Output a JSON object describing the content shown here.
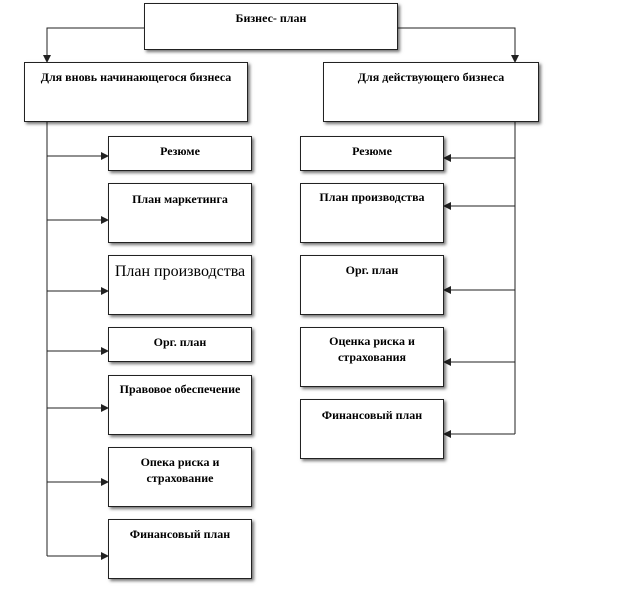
{
  "root": {
    "label": "Бизнес- план"
  },
  "new_business": {
    "label": "Для вновь начинающегося бизнеса",
    "items": [
      "Резюме",
      "План маркетинга",
      "План производства",
      "Орг. план",
      "Правовое обеспечение",
      "Опека риска и страхование",
      "Финансовый план"
    ]
  },
  "existing_business": {
    "label": "Для действующего  бизнеса",
    "items": [
      "Резюме",
      "План производства",
      "Орг. план",
      "Оценка риска и страхования",
      "Финансовый план"
    ]
  },
  "colors": {
    "line": "#222222",
    "box_border": "#222222",
    "shadow": "#555555"
  }
}
